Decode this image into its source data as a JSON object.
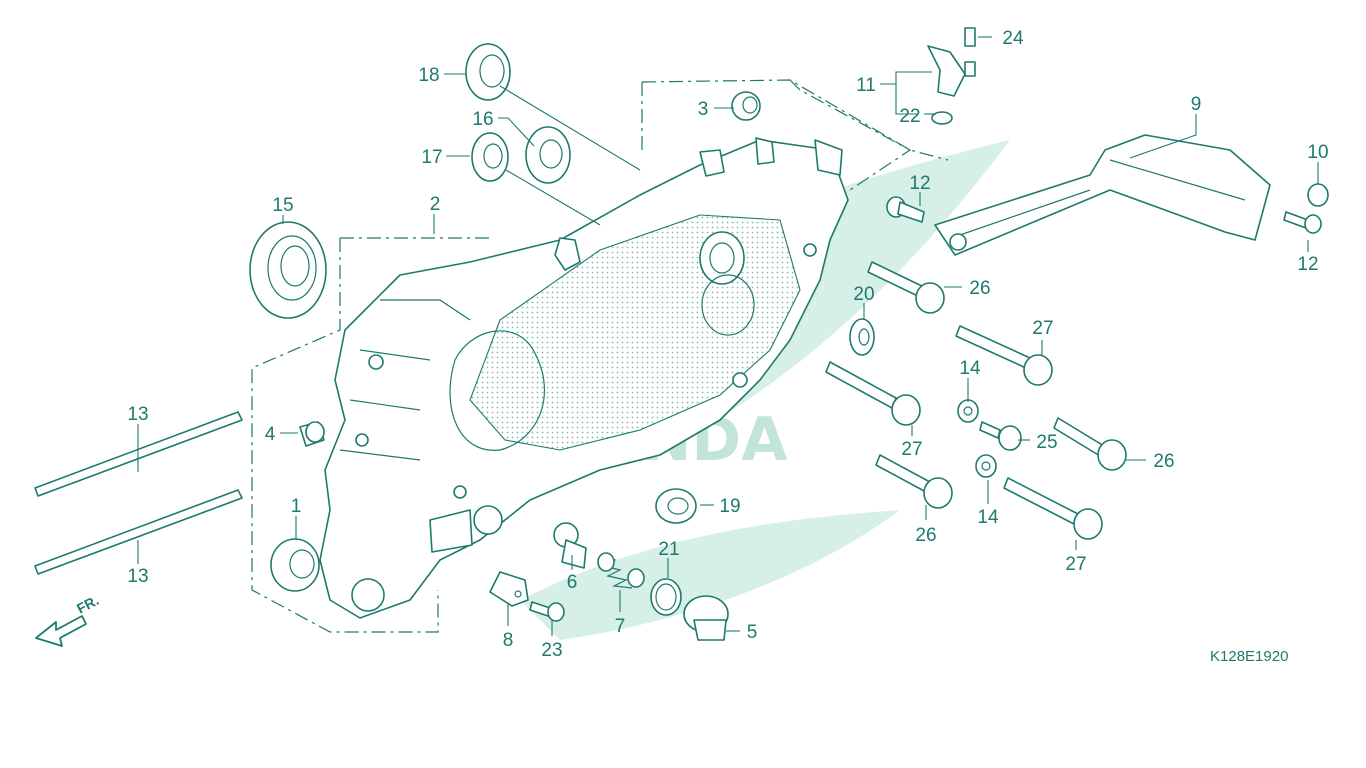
{
  "diagram": {
    "drawing_code": "K128E1920",
    "front_marker": "FR.",
    "watermark_brand": "HONDA",
    "accent_color": "#1d7a6c",
    "callouts": [
      {
        "id": "c1",
        "text": "1"
      },
      {
        "id": "c2",
        "text": "2"
      },
      {
        "id": "c3",
        "text": "3"
      },
      {
        "id": "c4",
        "text": "4"
      },
      {
        "id": "c5",
        "text": "5"
      },
      {
        "id": "c6",
        "text": "6"
      },
      {
        "id": "c7",
        "text": "7"
      },
      {
        "id": "c8",
        "text": "8"
      },
      {
        "id": "c9",
        "text": "9"
      },
      {
        "id": "c10",
        "text": "10"
      },
      {
        "id": "c11",
        "text": "11"
      },
      {
        "id": "c12a",
        "text": "12"
      },
      {
        "id": "c12b",
        "text": "12"
      },
      {
        "id": "c13a",
        "text": "13"
      },
      {
        "id": "c13b",
        "text": "13"
      },
      {
        "id": "c14a",
        "text": "14"
      },
      {
        "id": "c14b",
        "text": "14"
      },
      {
        "id": "c15",
        "text": "15"
      },
      {
        "id": "c16",
        "text": "16"
      },
      {
        "id": "c17",
        "text": "17"
      },
      {
        "id": "c18",
        "text": "18"
      },
      {
        "id": "c19",
        "text": "19"
      },
      {
        "id": "c20",
        "text": "20"
      },
      {
        "id": "c21",
        "text": "21"
      },
      {
        "id": "c22",
        "text": "22"
      },
      {
        "id": "c23",
        "text": "23"
      },
      {
        "id": "c24",
        "text": "24"
      },
      {
        "id": "c25",
        "text": "25"
      },
      {
        "id": "c26a",
        "text": "26"
      },
      {
        "id": "c26b",
        "text": "26"
      },
      {
        "id": "c26c",
        "text": "26"
      },
      {
        "id": "c27a",
        "text": "27"
      },
      {
        "id": "c27b",
        "text": "27"
      },
      {
        "id": "c27c",
        "text": "27"
      }
    ]
  }
}
